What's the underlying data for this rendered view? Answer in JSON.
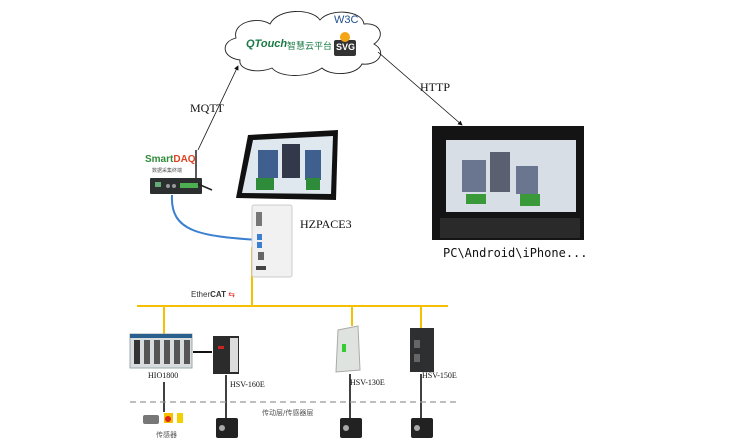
{
  "cloud": {
    "brand": "QTouch",
    "platform_name": "智慧云平台",
    "badge_top": "W3C",
    "badge_bottom": "SVG"
  },
  "protocols": {
    "mqtt": "MQTT",
    "http": "HTTP"
  },
  "devices": {
    "gateway": {
      "brand_left": "Smart",
      "brand_right": "DAQ",
      "sub": "数据采集终端"
    },
    "hmi": {
      "label": "HZPACE3"
    },
    "clients": {
      "label": "PC\\Android\\iPhone..."
    },
    "fieldbus": {
      "label_left": "Ether",
      "label_right": "CAT"
    },
    "io": {
      "label": "HIO1800"
    },
    "drives": [
      {
        "label": "HSV-160E"
      },
      {
        "label": "HSV-130E"
      },
      {
        "label": "HSV-150E"
      }
    ],
    "sensors": {
      "label": "传感器"
    }
  },
  "layers": {
    "drive_sensor_layer": "传动层/传感器层"
  },
  "colors": {
    "ethercat_bus": "#f5c000",
    "ethernet_cable": "#3a7fd0",
    "servo_line": "#000000",
    "dashed_divider": "#999999"
  }
}
